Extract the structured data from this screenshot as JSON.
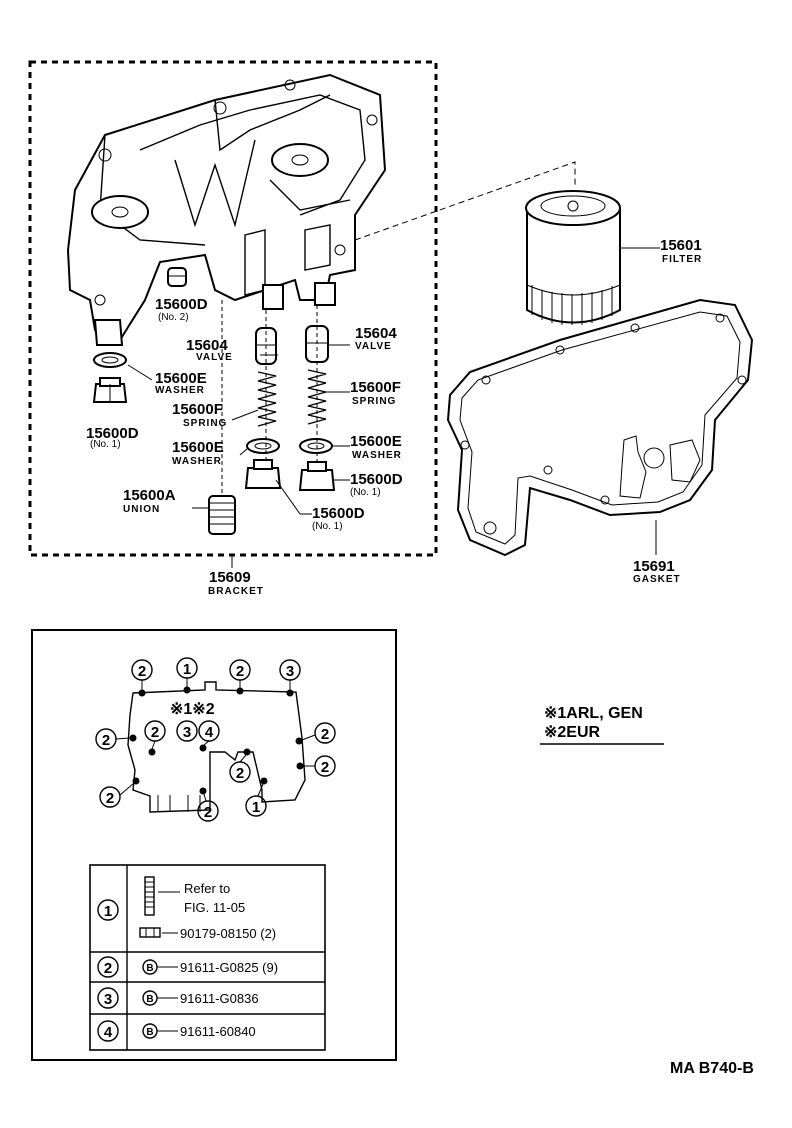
{
  "parts": {
    "p15600D_no2": {
      "number": "15600D",
      "sub": "(No. 2)"
    },
    "p15604_left": {
      "number": "15604",
      "desc": "VALVE"
    },
    "p15604_right": {
      "number": "15604",
      "desc": "VALVE"
    },
    "p15600E_left1": {
      "number": "15600E",
      "desc": "WASHER"
    },
    "p15600D_no1_left": {
      "number": "15600D",
      "sub": "(No. 1)"
    },
    "p15600F_left": {
      "number": "15600F",
      "desc": "SPRING"
    },
    "p15600F_right": {
      "number": "15600F",
      "desc": "SPRING"
    },
    "p15600E_left2": {
      "number": "15600E",
      "desc": "WASHER"
    },
    "p15600E_right": {
      "number": "15600E",
      "desc": "WASHER"
    },
    "p15600D_no1_right": {
      "number": "15600D",
      "sub": "(No. 1)"
    },
    "p15600A": {
      "number": "15600A",
      "desc": "UNION"
    },
    "p15600D_no1_bottom": {
      "number": "15600D",
      "sub": "(No. 1)"
    },
    "p15609": {
      "number": "15609",
      "desc": "BRACKET"
    },
    "p15601": {
      "number": "15601",
      "desc": "FILTER"
    },
    "p15691": {
      "number": "15691",
      "desc": "GASKET"
    }
  },
  "bolt_map": {
    "callouts": {
      "c1": "2",
      "c2": "1",
      "c3": "2",
      "c4": "3",
      "c5": "2",
      "c6": "3",
      "c7": "4",
      "c8": "2",
      "c9": "2",
      "c10": "2",
      "c11": "2",
      "c12": "2",
      "c13": "2",
      "c14": "1"
    },
    "variant_mark": "※1※2"
  },
  "bolt_table": {
    "rows": [
      {
        "key": "1",
        "lines": [
          "Refer to",
          "FIG. 11-05"
        ],
        "part": "90179-08150 (2)"
      },
      {
        "key": "2",
        "part": "91611-G0825 (9)"
      },
      {
        "key": "3",
        "part": "91611-G0836"
      },
      {
        "key": "4",
        "part": "91611-60840"
      }
    ],
    "b_symbol": "B"
  },
  "notes": {
    "line1": "※1ARL, GEN",
    "line2": "※2EUR"
  },
  "figure_code": "MA B740-B"
}
